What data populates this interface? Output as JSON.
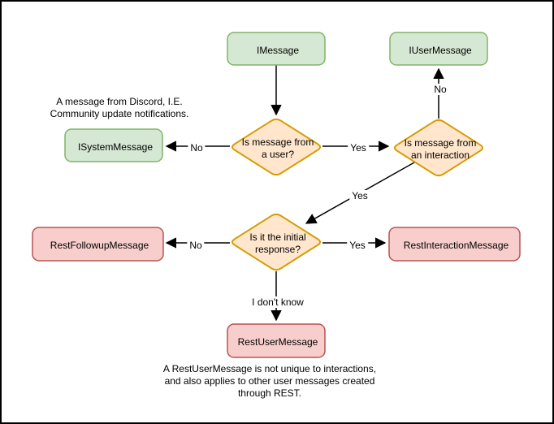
{
  "palette": {
    "background": "#ffffff",
    "canvas_border": "#000000",
    "edge": "#000000",
    "text": "#000000",
    "green": {
      "fill": "#d5e8d4",
      "stroke": "#82b366"
    },
    "orange": {
      "fill": "#ffe6cc",
      "stroke": "#d79b00"
    },
    "red": {
      "fill": "#f8cecc",
      "stroke": "#b85450"
    }
  },
  "nodes": {
    "imessage": "IMessage",
    "iusermessage": "IUserMessage",
    "isystemmessage": "ISystemMessage",
    "q_from_user": "Is message from\na user?",
    "q_from_interaction": "Is message from\nan interaction",
    "q_initial_response": "Is it the initial\nresponse?",
    "restfollowupmessage": "RestFollowupMessage",
    "restinteractionmessage": "RestInteractionMessage",
    "restusermessage": "RestUserMessage"
  },
  "edge_labels": {
    "from_user_no": "No",
    "from_user_yes": "Yes",
    "from_interaction_no": "No",
    "from_interaction_yes": "Yes",
    "initial_no": "No",
    "initial_yes": "Yes",
    "initial_unknown": "I don't know"
  },
  "annotations": {
    "system_message_note": "A message from Discord, I.E.\nCommunity update notifications.",
    "rest_user_note": "A RestUserMessage is not unique to interactions,\nand also applies to other user messages created\nthrough REST."
  }
}
